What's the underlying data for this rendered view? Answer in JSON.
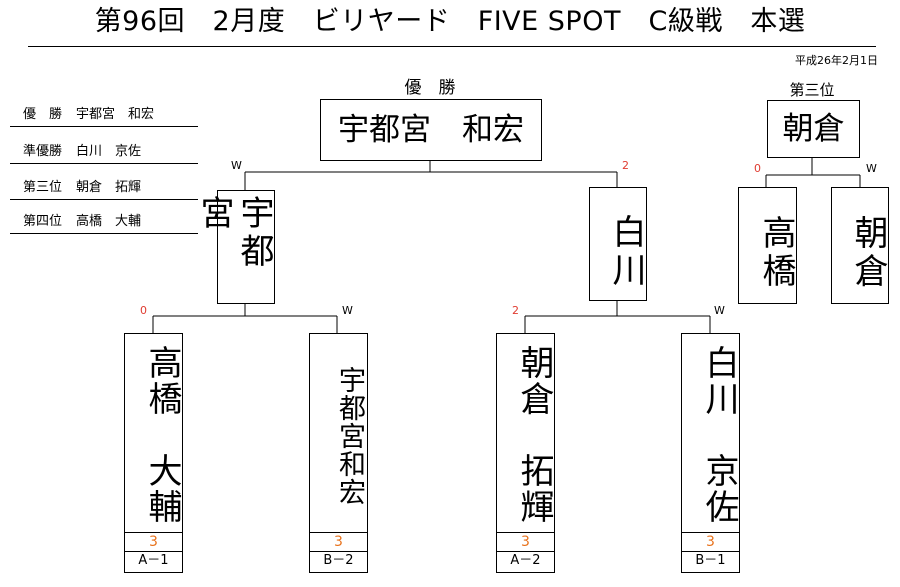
{
  "title": "第96回　2月度　ビリヤード　FIVE SPOT　C級戦　本選",
  "date": "平成26年2月1日",
  "results": [
    {
      "position": "優　勝",
      "name": "宇都宮　和宏"
    },
    {
      "position": "準優勝",
      "name": "白川　京佐"
    },
    {
      "position": "第三位",
      "name": "朝倉　拓輝"
    },
    {
      "position": "第四位",
      "name": "高橋　大輔"
    }
  ],
  "champion": {
    "label": "優　勝",
    "name": "宇都宮　和宏"
  },
  "third_place": {
    "label": "第三位",
    "winner": "朝倉",
    "left": {
      "name": "高橋",
      "mark": "0"
    },
    "right": {
      "name": "朝倉",
      "mark": "W"
    }
  },
  "semifinals": [
    {
      "name": "宇都宮",
      "mark": "W"
    },
    {
      "name": "白川",
      "mark": "2"
    }
  ],
  "first_round": [
    {
      "name": "高橋　大輔",
      "mark": "0",
      "score": "3",
      "seed": "A－1"
    },
    {
      "name": "宇都宮和宏",
      "mark": "W",
      "score": "3",
      "seed": "B－2"
    },
    {
      "name": "朝倉　拓輝",
      "mark": "2",
      "score": "3",
      "seed": "A－2"
    },
    {
      "name": "白川　京佐",
      "mark": "W",
      "score": "3",
      "seed": "B－1"
    }
  ]
}
